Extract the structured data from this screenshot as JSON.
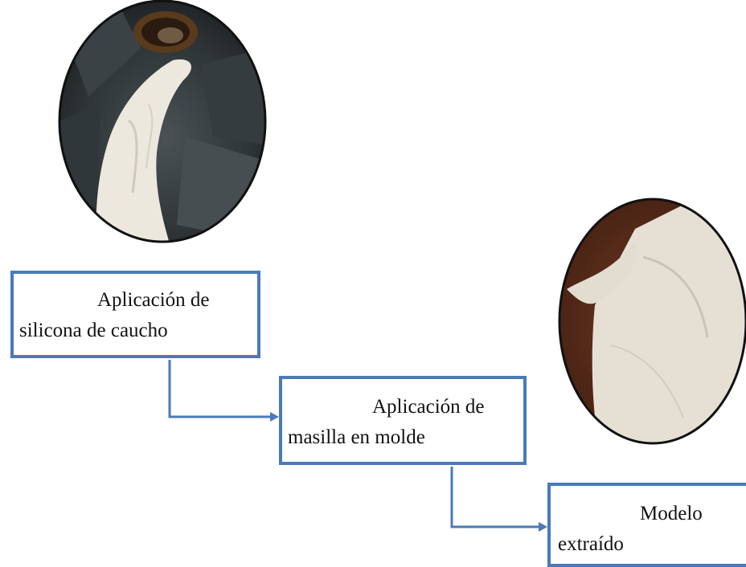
{
  "steps": [
    {
      "line1": "Aplicación de",
      "line2": "silicona de caucho"
    },
    {
      "line1": "Aplicación de",
      "line2": "masilla en molde"
    },
    {
      "line1": "Modelo",
      "line2": "extraído"
    }
  ],
  "colors": {
    "connector": "#4a7ab8",
    "box_border": "#4a7ab8",
    "putty": "#e9e6dd",
    "photo_dark": "#2b2f31",
    "photo_wood": "#5a2c1a"
  },
  "photos": [
    {
      "name": "silicone-pour-photo",
      "depicts": "white putty poured from a pipe onto dark rock"
    },
    {
      "name": "extracted-model-photo",
      "depicts": "beige extracted putty model on dark wood"
    }
  ]
}
